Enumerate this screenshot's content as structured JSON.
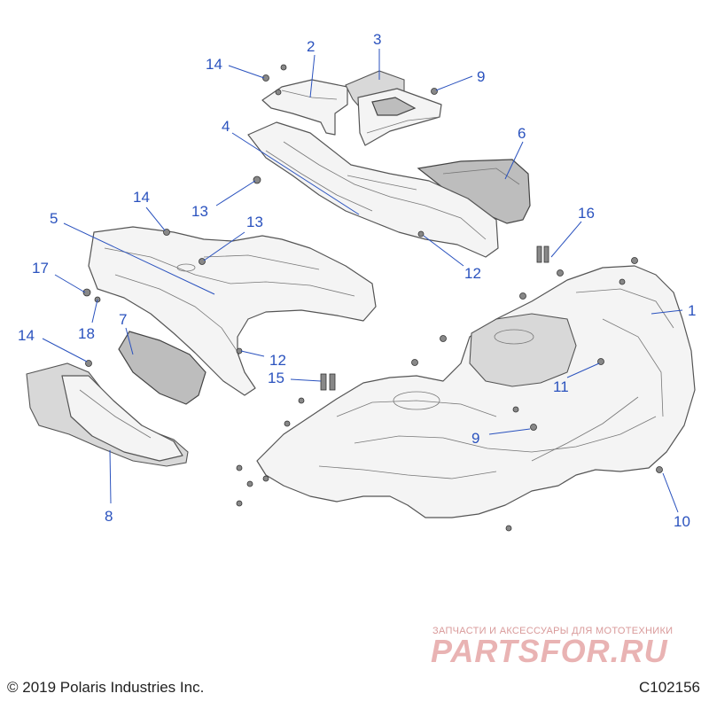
{
  "callouts": {
    "c1": "1",
    "c2": "2",
    "c3": "3",
    "c4": "4",
    "c5": "5",
    "c6": "6",
    "c7": "7",
    "c8": "8",
    "c9a": "9",
    "c9b": "9",
    "c10": "10",
    "c11": "11",
    "c12a": "12",
    "c12b": "12",
    "c13a": "13",
    "c13b": "13",
    "c14a": "14",
    "c14b": "14",
    "c14c": "14",
    "c15": "15",
    "c16": "16",
    "c17": "17",
    "c18": "18"
  },
  "footer": {
    "copyright": "© 2019 Polaris Industries Inc.",
    "diagram_code": "C102156"
  },
  "watermark": {
    "tagline": "ЗАПЧАСТИ И АКСЕССУАРЫ ДЛЯ МОТОТЕХНИКИ",
    "logo": "PARTSFOR.RU"
  },
  "colors": {
    "callout": "#2a52be",
    "part_fill": "#f4f4f4",
    "dark_panel": "#bdbdbd"
  }
}
